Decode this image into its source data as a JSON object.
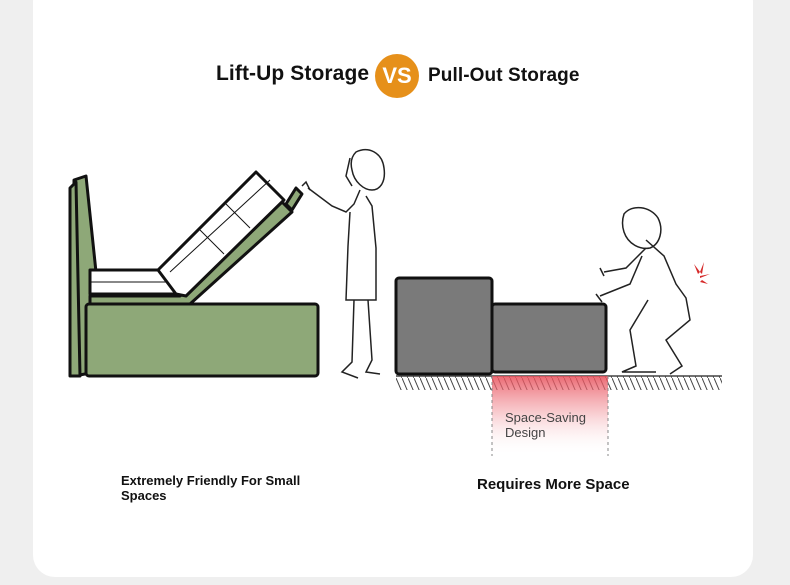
{
  "comparison": {
    "left_title": "Lift-Up Storage",
    "vs_label": "VS",
    "right_title": "Pull-Out Storage"
  },
  "left_panel": {
    "caption": "Extremely Friendly For Small Spaces"
  },
  "right_panel": {
    "caption": "Requires More Space",
    "highlight_label": "Space-Saving Design"
  },
  "colors": {
    "vs_badge": "#e6901a",
    "sofa_green": "#8ea878",
    "sofa_gray": "#7a7a7a",
    "highlight_red": "#e8505b",
    "alert_red": "#d62a2a"
  }
}
